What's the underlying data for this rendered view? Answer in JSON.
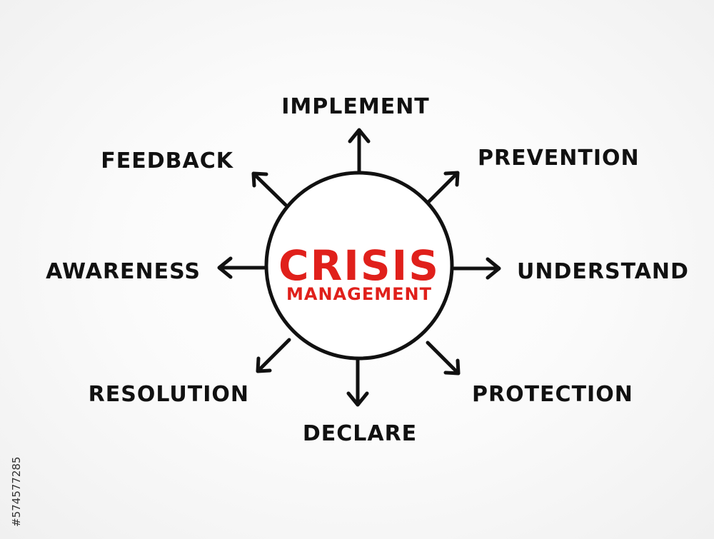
{
  "center": {
    "title": "CRISIS",
    "subtitle": "MANAGEMENT"
  },
  "nodes": [
    {
      "id": "implement",
      "label": "IMPLEMENT"
    },
    {
      "id": "prevention",
      "label": "PREVENTION"
    },
    {
      "id": "understand",
      "label": "UNDERSTAND"
    },
    {
      "id": "protection",
      "label": "PROTECTION"
    },
    {
      "id": "declare",
      "label": "DECLARE"
    },
    {
      "id": "resolution",
      "label": "RESOLUTION"
    },
    {
      "id": "awareness",
      "label": "AWARENESS"
    },
    {
      "id": "feedback",
      "label": "FEEDBACK"
    }
  ],
  "stock_id": "#574577285",
  "colors": {
    "accent": "#e0201b",
    "ink": "#111111",
    "background": "#f7f7f7"
  }
}
